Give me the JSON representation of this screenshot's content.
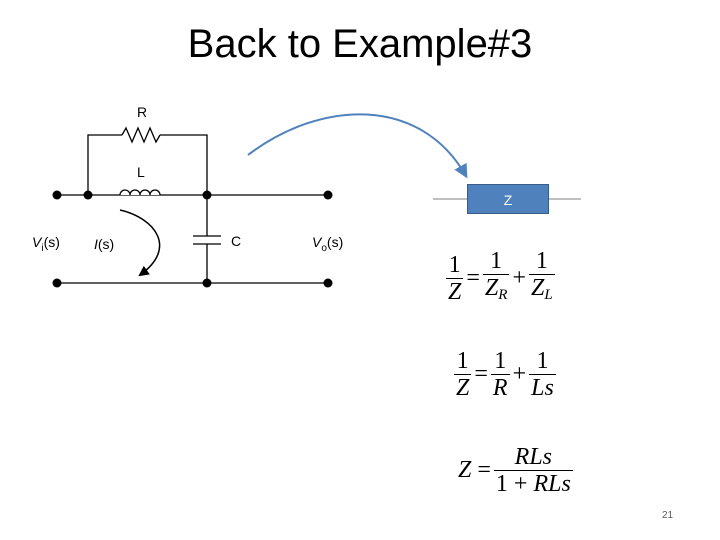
{
  "slide": {
    "title": "Back to Example#3",
    "page_number": "21"
  },
  "circuit": {
    "resistor_label": "R",
    "inductor_label": "L",
    "capacitor_label": "C",
    "input_voltage": "Vi(s)",
    "input_voltage_base": "V",
    "input_voltage_sub": "i",
    "input_voltage_suffix": "(s)",
    "current_label": "I(s)",
    "current_base": "I",
    "current_suffix": "(s)",
    "output_voltage": "Vo(s)",
    "output_voltage_base": "V",
    "output_voltage_sub": "o",
    "output_voltage_suffix": "(s)"
  },
  "impedance_block": {
    "label": "Z",
    "color": "#4f81bd"
  },
  "equations": {
    "eq1": {
      "one": "1",
      "Z": "Z",
      "eq": "=",
      "plus": "+",
      "ZR_base": "Z",
      "ZR_sub": "R",
      "ZL_base": "Z",
      "ZL_sub": "L"
    },
    "eq2": {
      "one": "1",
      "Z": "Z",
      "eq": "=",
      "plus": "+",
      "R": "R",
      "Ls": "Ls"
    },
    "eq3": {
      "Z": "Z",
      "eq": "=",
      "num": "RLs",
      "den_one": "1",
      "den_plus": "+",
      "den_rls": "RLs"
    }
  }
}
